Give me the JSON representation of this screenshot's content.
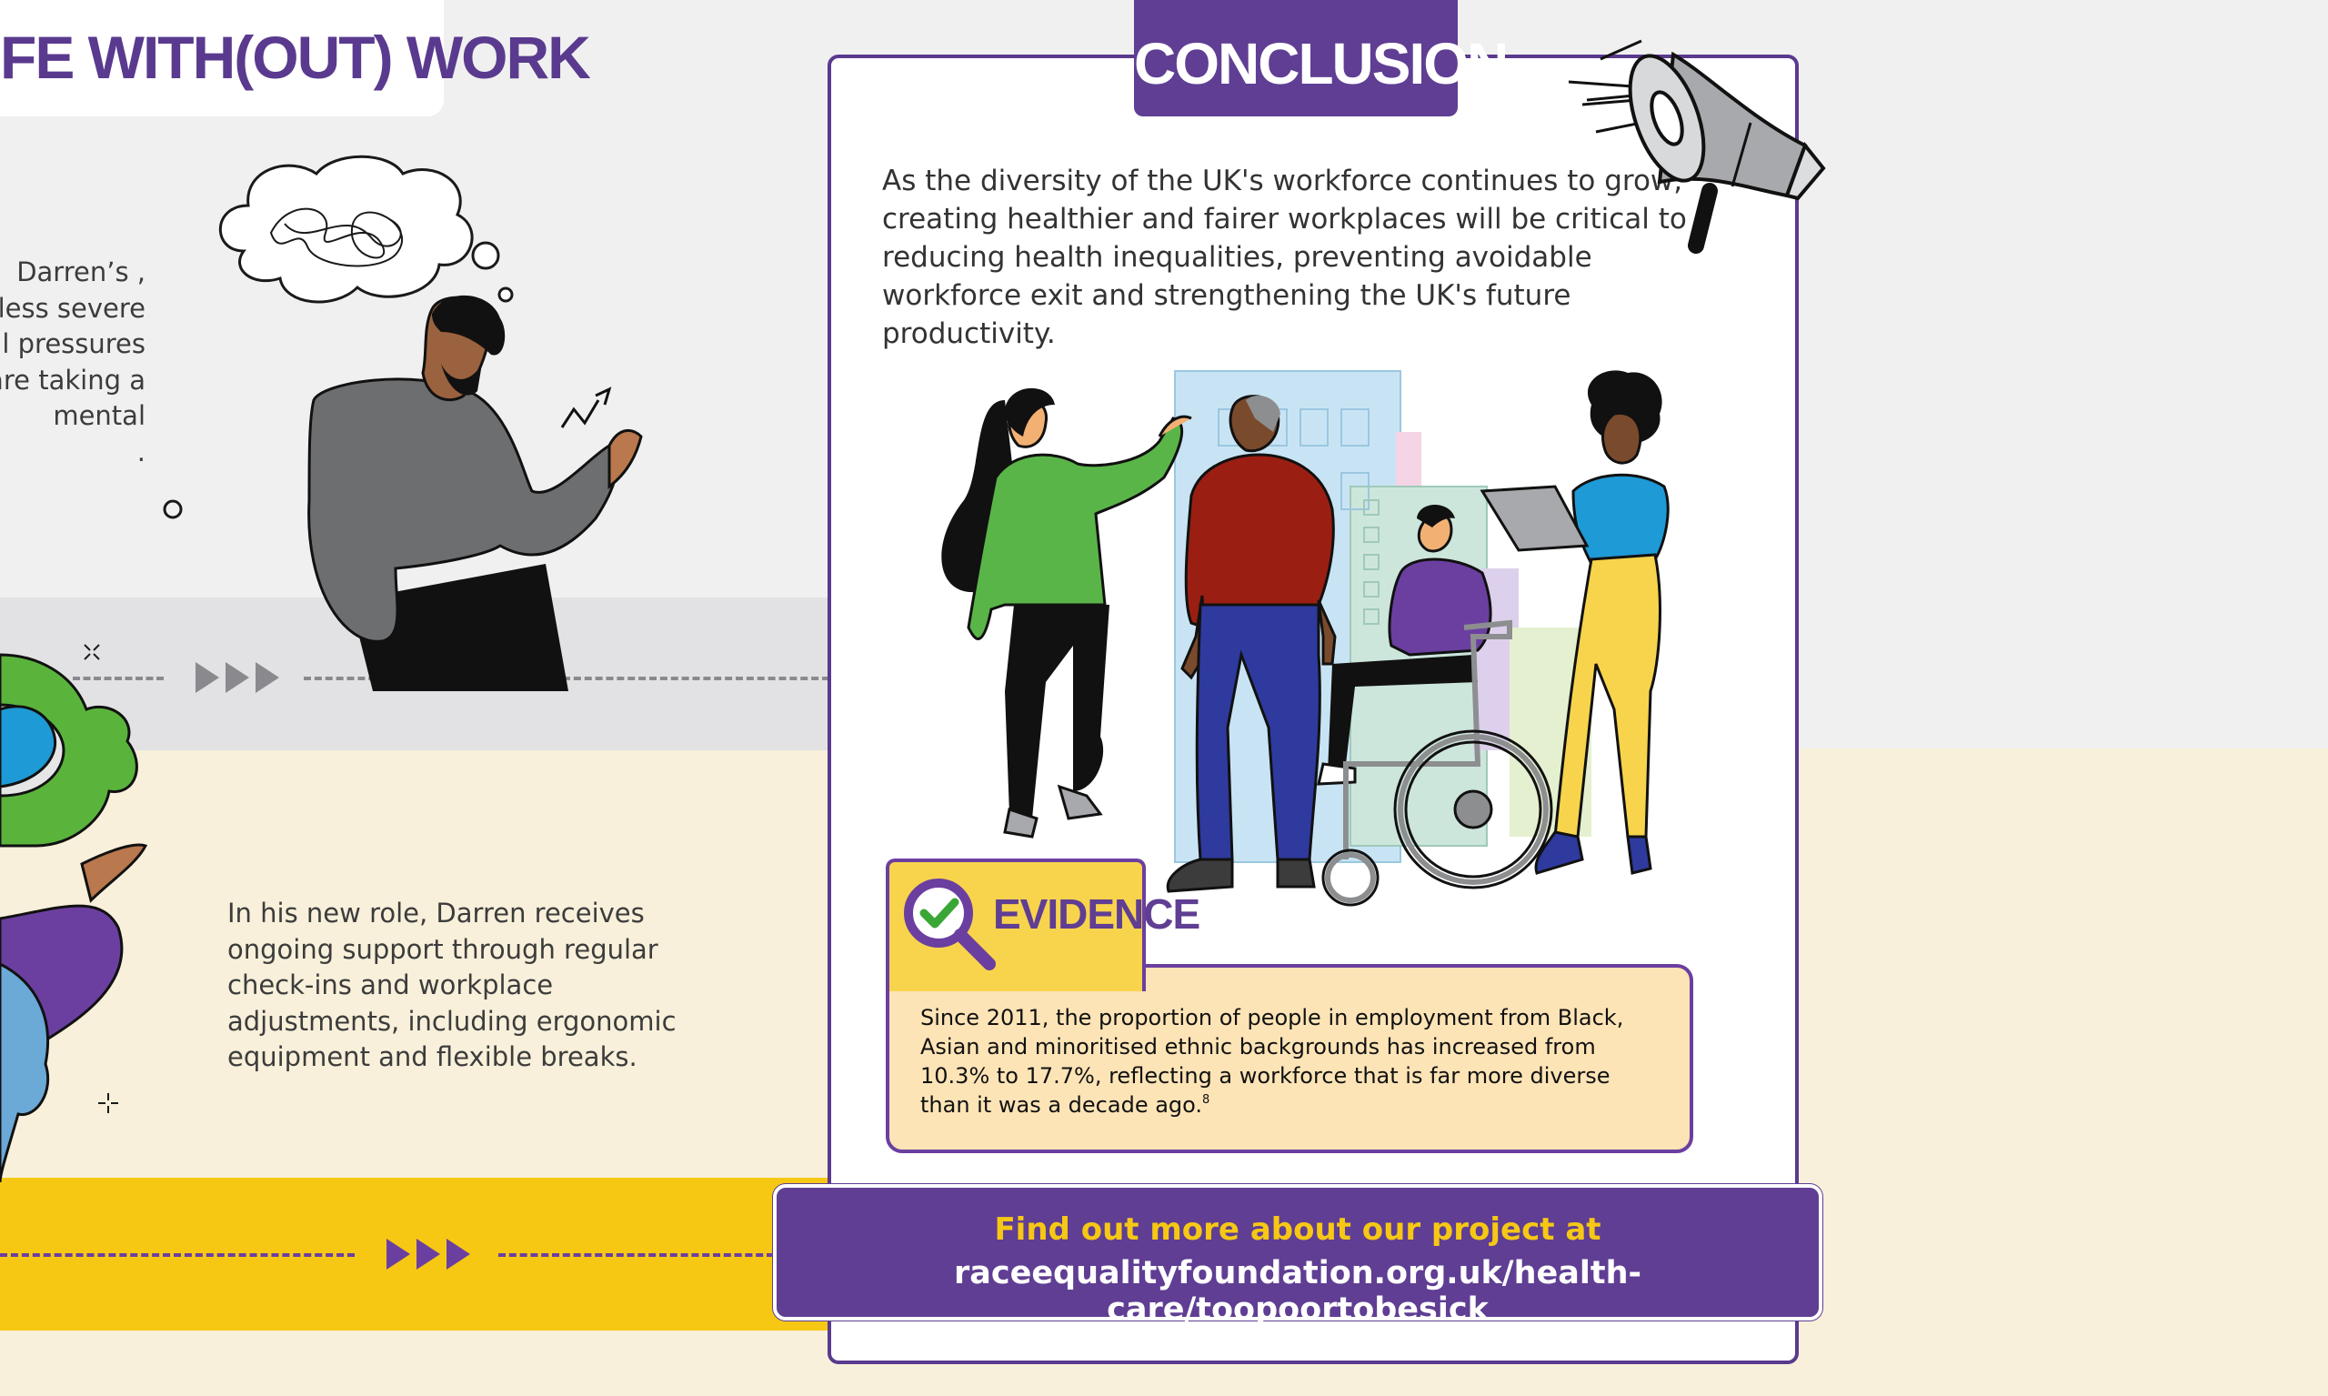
{
  "life_section": {
    "title": "FE WITH(OUT) WORK",
    "top_text_lines": [
      ", Darren’s",
      "less severe,",
      "l pressures",
      "are taking a",
      " mental",
      "."
    ],
    "bottom_text": "In his new role, Darren receives ongoing support through regular check-ins and workplace adjustments, including ergonomic equipment and flexible breaks."
  },
  "conclusion": {
    "tab_label": "CONCLUSION",
    "text": "As the diversity of the UK's workforce continues to grow, creating healthier and fairer workplaces will be critical to reducing health inequalities, preventing avoidable workforce exit and strengthening the UK's future productivity."
  },
  "evidence": {
    "label": "EVIDENCE",
    "text": "Since 2011, the proportion of people in employment from Black, Asian and minoritised ethnic backgrounds has increased from 10.3% to 17.7%, reflecting a workforce that is far more diverse than it was a decade ago.",
    "footnote": "8"
  },
  "banner": {
    "line1": "Find out more about our project at",
    "line2": "raceequalityfoundation.org.uk/health-care/toopoortobesick"
  },
  "icons": {
    "megaphone": "megaphone-icon",
    "magnifier_check": "magnifier-check-icon",
    "thought_bubble": "thought-bubble-icon",
    "gear": "gear-icon",
    "arrows": "triple-arrow-icon"
  },
  "colors": {
    "purple": "#5f3e93",
    "yellow": "#f6c814",
    "cream": "#f8f0da",
    "evidence_bg": "#fde4b6",
    "evidence_tab": "#f7d44c"
  }
}
